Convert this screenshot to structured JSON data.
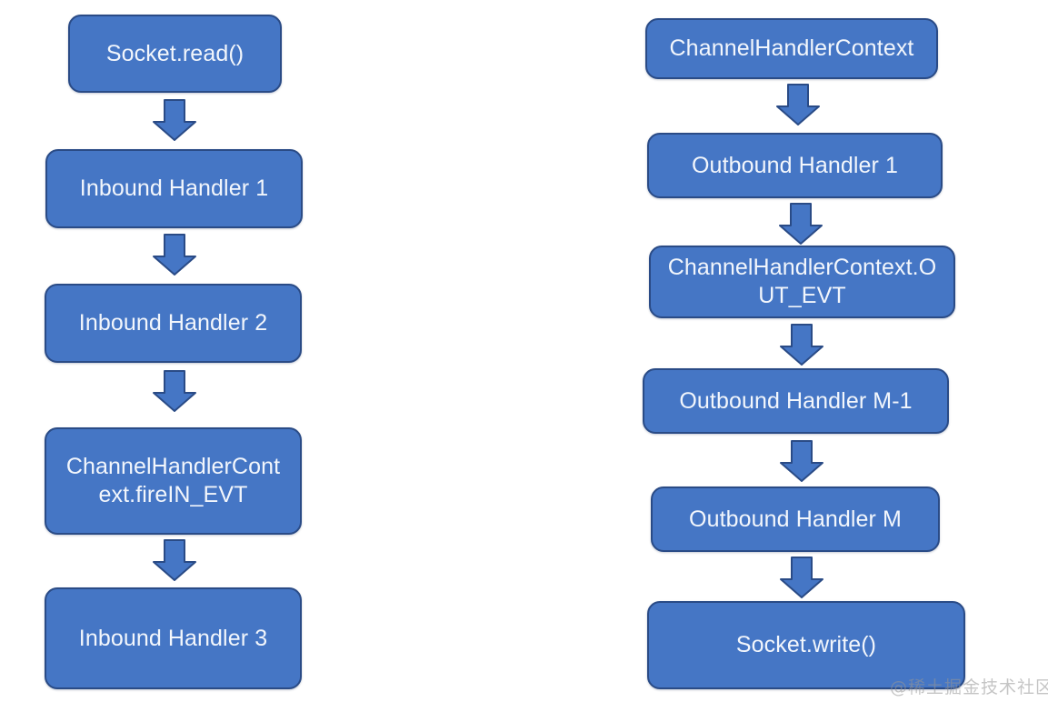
{
  "diagram": {
    "title": "Netty ChannelPipeline inbound and outbound handler flow",
    "colors": {
      "node_fill": "#4576C5",
      "node_border": "#2A4B86",
      "node_text": "#F2F6FC",
      "arrow_fill": "#4576C5",
      "arrow_border": "#2A4B86",
      "background": "#FFFFFF",
      "watermark": "#969696"
    },
    "columns": [
      {
        "id": "inbound-column",
        "name": "inbound-flow",
        "nodes": [
          {
            "id": "socket-read",
            "lines": [
              "Socket.read()"
            ]
          },
          {
            "id": "inbound-handler-1",
            "lines": [
              "Inbound Handler  1"
            ]
          },
          {
            "id": "inbound-handler-2",
            "lines": [
              "Inbound Handler  2"
            ]
          },
          {
            "id": "channelhandlercontext-firein-evt",
            "lines": [
              "ChannelHandlerCont",
              "ext.fireIN_EVT"
            ]
          },
          {
            "id": "inbound-handler-3",
            "lines": [
              "Inbound Handler  3"
            ]
          }
        ],
        "arrow_count": 4
      },
      {
        "id": "outbound-column",
        "name": "outbound-flow",
        "nodes": [
          {
            "id": "channelhandlercontext",
            "lines": [
              "ChannelHandlerContext"
            ]
          },
          {
            "id": "outbound-handler-1",
            "lines": [
              "Outbound Handler  1"
            ]
          },
          {
            "id": "channelhandlercontext-out-evt",
            "lines": [
              "ChannelHandlerContext.O",
              "UT_EVT"
            ]
          },
          {
            "id": "outbound-handler-m-minus-1",
            "lines": [
              "Outbound Handler  M-1"
            ]
          },
          {
            "id": "outbound-handler-m",
            "lines": [
              "Outbound Handler  M"
            ]
          },
          {
            "id": "socket-write",
            "lines": [
              "Socket.write()"
            ]
          }
        ],
        "arrow_count": 5
      }
    ]
  },
  "watermark": {
    "text": "@稀土掘金技术社区"
  }
}
